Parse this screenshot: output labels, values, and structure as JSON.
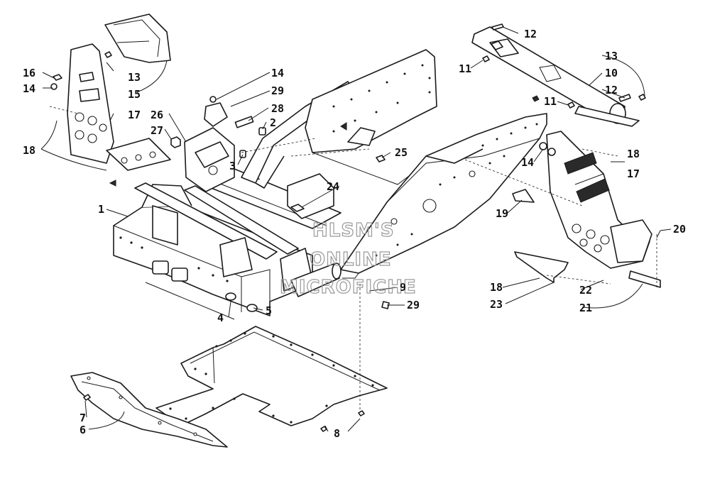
{
  "callouts": [
    {
      "id": "c16a",
      "text": "16"
    },
    {
      "id": "c14a",
      "text": "14"
    },
    {
      "id": "c13a",
      "text": "13"
    },
    {
      "id": "c15",
      "text": "15"
    },
    {
      "id": "c17a",
      "text": "17"
    },
    {
      "id": "c18a",
      "text": "18"
    },
    {
      "id": "c26",
      "text": "26"
    },
    {
      "id": "c27",
      "text": "27"
    },
    {
      "id": "c14b",
      "text": "14"
    },
    {
      "id": "c29a",
      "text": "29"
    },
    {
      "id": "c28",
      "text": "28"
    },
    {
      "id": "c2",
      "text": "2"
    },
    {
      "id": "c3",
      "text": "3"
    },
    {
      "id": "c25",
      "text": "25"
    },
    {
      "id": "c24",
      "text": "24"
    },
    {
      "id": "c1",
      "text": "1"
    },
    {
      "id": "c12a",
      "text": "12"
    },
    {
      "id": "c11a",
      "text": "11"
    },
    {
      "id": "c13b",
      "text": "13"
    },
    {
      "id": "c10",
      "text": "10"
    },
    {
      "id": "c12b",
      "text": "12"
    },
    {
      "id": "c11b",
      "text": "11"
    },
    {
      "id": "c18b",
      "text": "18"
    },
    {
      "id": "c14c",
      "text": "14"
    },
    {
      "id": "c17b",
      "text": "17"
    },
    {
      "id": "c19",
      "text": "19"
    },
    {
      "id": "c20",
      "text": "20"
    },
    {
      "id": "c9",
      "text": "9"
    },
    {
      "id": "c29b",
      "text": "29"
    },
    {
      "id": "c5",
      "text": "5"
    },
    {
      "id": "c4",
      "text": "4"
    },
    {
      "id": "c18c",
      "text": "18"
    },
    {
      "id": "c22",
      "text": "22"
    },
    {
      "id": "c23",
      "text": "23"
    },
    {
      "id": "c21",
      "text": "21"
    },
    {
      "id": "c7",
      "text": "7"
    },
    {
      "id": "c6",
      "text": "6"
    },
    {
      "id": "c8",
      "text": "8"
    }
  ],
  "watermark": [
    "HLSM'S",
    "ONLINE",
    "MICROFICHE"
  ]
}
